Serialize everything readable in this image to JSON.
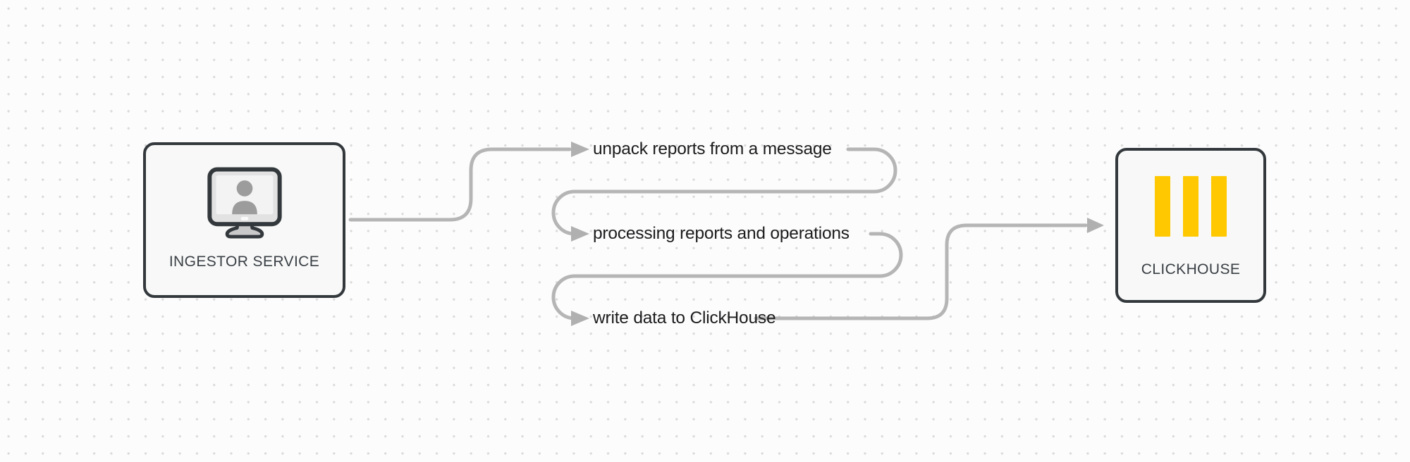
{
  "diagram": {
    "title": "ingestor service to clickhouse flow",
    "nodes": {
      "ingestor": {
        "label": "INGESTOR SERVICE",
        "icon": "user-monitor-icon"
      },
      "clickhouse": {
        "label": "CLICKHOUSE",
        "icon": "clickhouse-bars-icon"
      }
    },
    "steps": [
      {
        "label": "unpack reports from a message"
      },
      {
        "label": "processing reports and operations"
      },
      {
        "label": "write data to ClickHouse"
      }
    ],
    "colors": {
      "background": "#fcfcfc",
      "grid_dot": "#dbdbdb",
      "node_border": "#33383c",
      "node_fill": "#f7f8f7",
      "node_label_text": "#3a3f45",
      "step_text": "#1c1c1e",
      "connector": "#b5b5b5",
      "arrowhead": "#b0b0b0",
      "clickhouse_yellow": "#ffc801",
      "monitor_bezel": "#e2e2e2",
      "monitor_screen": "#f3f3f3",
      "monitor_person": "#9c9c9c",
      "monitor_stand": "#c9c9c9"
    }
  }
}
